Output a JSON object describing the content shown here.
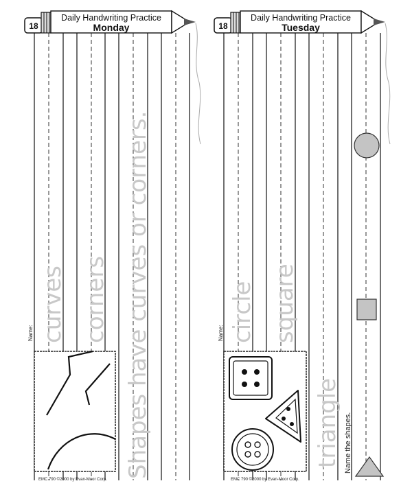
{
  "monday": {
    "number": "18",
    "title": "Daily Handwriting Practice",
    "day": "Monday",
    "name_label": "Name:",
    "trace_words": [
      "curves",
      "corners"
    ],
    "trace_sentence": "Shapes have curves or corners.",
    "footer": "EMC 790  ©2000 by Evan-Moor Corp."
  },
  "tuesday": {
    "number": "18",
    "title": "Daily Handwriting Practice",
    "day": "Tuesday",
    "name_label": "Name:",
    "trace_words": [
      "circle",
      "square",
      "triangle"
    ],
    "instruction": "Name the shapes.",
    "footer": "EMC 790  ©2000 by Evan-Moor Corp."
  }
}
